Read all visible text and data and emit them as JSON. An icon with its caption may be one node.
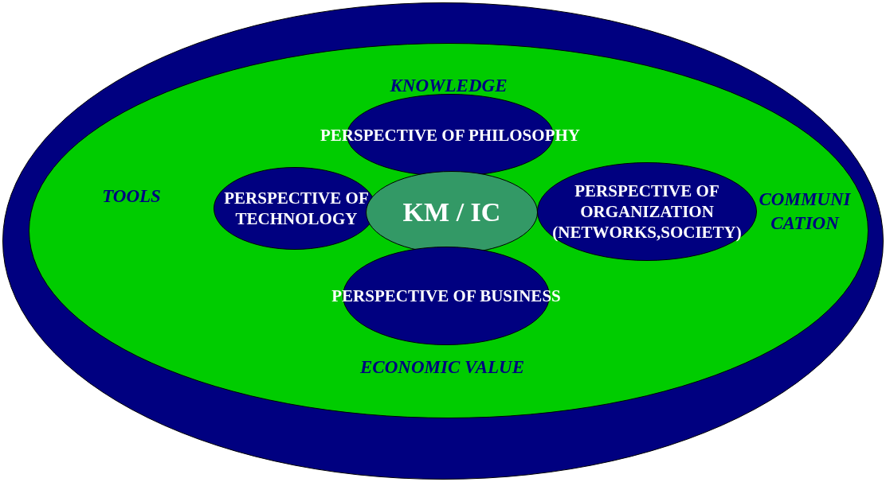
{
  "diagram": {
    "nodes": [
      {
        "text": [],
        "shape": "ellipse"
      },
      {
        "text": [],
        "shape": "ellipse",
        "in": 0
      },
      {
        "text": [
          "PERSPECTIVE OF PHILOSOPHY"
        ],
        "in": 1
      },
      {
        "text": [
          "PERSPECTIVE OF TECHNOLOGY"
        ],
        "in": 1
      },
      {
        "text": [
          "KM / IC"
        ],
        "in": 1
      },
      {
        "text": [
          "PERSPECTIVE OF ORGANIZATION (NETWORKS,SOCIETY)"
        ],
        "in": 1
      },
      {
        "text": [
          "PERSPECTIVE OF BUSINESS"
        ],
        "in": 1
      }
    ],
    "labels": [
      "KNOWLEDGE",
      "TOOLS",
      "COMMUNI CATION",
      "ECONOMIC VALUE"
    ]
  }
}
